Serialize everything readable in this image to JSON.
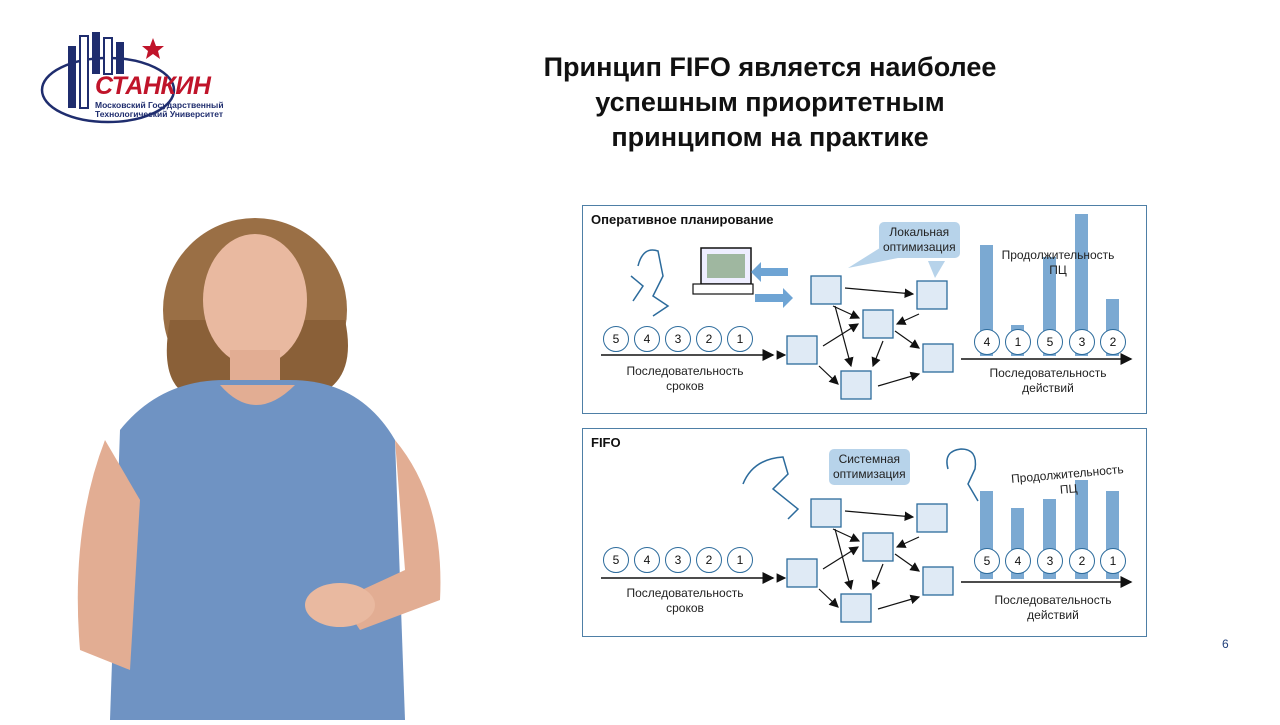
{
  "logo": {
    "brand": "СТАНКИН",
    "subtitle_line1": "Московский Государственный",
    "subtitle_line2": "Технологический Университет"
  },
  "title": {
    "line1": "Принцип FIFO является наиболее",
    "line2": "успешным приоритетным",
    "line3": "принципом на практике"
  },
  "panel_top": {
    "title": "Оперативное планирование",
    "callout_line1": "Локальная",
    "callout_line2": "оптимизация",
    "input_sequence": [
      "5",
      "4",
      "3",
      "2",
      "1"
    ],
    "input_label_line1": "Последовательность",
    "input_label_line2": "сроков",
    "output_label_line1": "Последовательность",
    "output_label_line2": "действий",
    "duration_label_line1": "Продолжительность",
    "duration_label_line2": "ПЦ",
    "output_sequence": [
      "4",
      "1",
      "5",
      "3",
      "2"
    ],
    "bar_levels": [
      0.78,
      0.22,
      0.7,
      1.0,
      0.4
    ]
  },
  "panel_bottom": {
    "title": "FIFO",
    "callout_line1": "Системная",
    "callout_line2": "оптимизация",
    "input_sequence": [
      "5",
      "4",
      "3",
      "2",
      "1"
    ],
    "input_label_line1": "Последовательность",
    "input_label_line2": "сроков",
    "output_label_line1": "Последовательность",
    "output_label_line2": "действий",
    "duration_label_line1": "Продолжительность",
    "duration_label_line2": "ПЦ",
    "output_sequence": [
      "5",
      "4",
      "3",
      "2",
      "1"
    ],
    "bar_levels": [
      0.62,
      0.5,
      0.56,
      0.7,
      0.62
    ]
  },
  "page_number": "6",
  "colors": {
    "panel_border": "#4e7fa6",
    "bar": "#7ba9d2",
    "callout": "#b7d3ea",
    "brand_red": "#c0142a",
    "brand_blue": "#1f2d6e",
    "dress": "#6f93c3"
  }
}
